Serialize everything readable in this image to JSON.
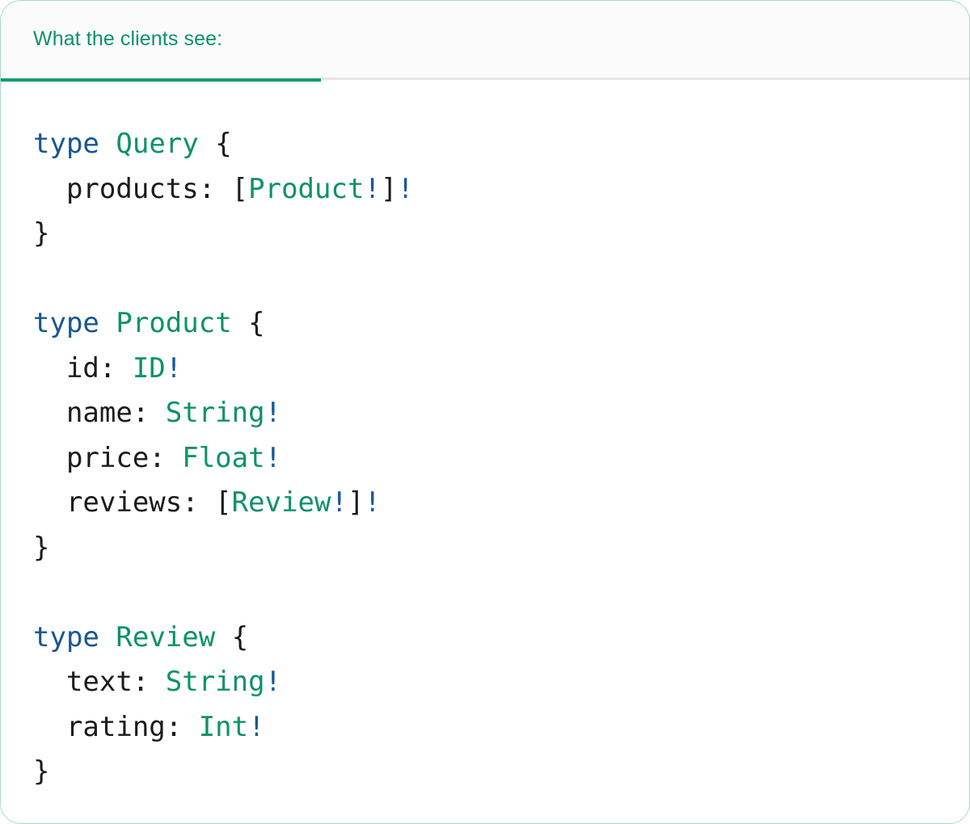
{
  "panel": {
    "accent_green": "#0a9b74",
    "border_color": "#a8d8c4",
    "header_bg": "#fbfbfb",
    "body_bg": "#ffffff"
  },
  "tabs": [
    {
      "label": "What the clients see:",
      "active": true
    }
  ],
  "syntax_colors": {
    "keyword": "#17578f",
    "type_name": "#0d9268",
    "field_name": "#1b1b1b",
    "punctuation": "#1b1b1b",
    "non_null_bang": "#17579f"
  },
  "code": {
    "language": "graphql",
    "raw": "type Query {\n  products: [Product!]!\n}\n\ntype Product {\n  id: ID!\n  name: String!\n  price: Float!\n  reviews: [Review!]!\n}\n\ntype Review {\n  text: String!\n  rating: Int!\n}",
    "lines": [
      {
        "id": "l1",
        "tokens": [
          {
            "t": "kw",
            "v": "type"
          },
          {
            "t": "field",
            "v": " "
          },
          {
            "t": "type",
            "v": "Query"
          },
          {
            "t": "field",
            "v": " "
          },
          {
            "t": "punct",
            "v": "{"
          }
        ]
      },
      {
        "id": "l2",
        "tokens": [
          {
            "t": "field",
            "v": "  products: "
          },
          {
            "t": "punct",
            "v": "["
          },
          {
            "t": "type",
            "v": "Product"
          },
          {
            "t": "bang",
            "v": "!"
          },
          {
            "t": "punct",
            "v": "]"
          },
          {
            "t": "bang",
            "v": "!"
          }
        ]
      },
      {
        "id": "l3",
        "tokens": [
          {
            "t": "punct",
            "v": "}"
          }
        ]
      },
      {
        "id": "l4",
        "tokens": [
          {
            "t": "field",
            "v": " "
          }
        ]
      },
      {
        "id": "l5",
        "tokens": [
          {
            "t": "kw",
            "v": "type"
          },
          {
            "t": "field",
            "v": " "
          },
          {
            "t": "type",
            "v": "Product"
          },
          {
            "t": "field",
            "v": " "
          },
          {
            "t": "punct",
            "v": "{"
          }
        ]
      },
      {
        "id": "l6",
        "tokens": [
          {
            "t": "field",
            "v": "  id: "
          },
          {
            "t": "type",
            "v": "ID"
          },
          {
            "t": "bang",
            "v": "!"
          }
        ]
      },
      {
        "id": "l7",
        "tokens": [
          {
            "t": "field",
            "v": "  name: "
          },
          {
            "t": "type",
            "v": "String"
          },
          {
            "t": "bang",
            "v": "!"
          }
        ]
      },
      {
        "id": "l8",
        "tokens": [
          {
            "t": "field",
            "v": "  price: "
          },
          {
            "t": "type",
            "v": "Float"
          },
          {
            "t": "bang",
            "v": "!"
          }
        ]
      },
      {
        "id": "l9",
        "tokens": [
          {
            "t": "field",
            "v": "  reviews: "
          },
          {
            "t": "punct",
            "v": "["
          },
          {
            "t": "type",
            "v": "Review"
          },
          {
            "t": "bang",
            "v": "!"
          },
          {
            "t": "punct",
            "v": "]"
          },
          {
            "t": "bang",
            "v": "!"
          }
        ]
      },
      {
        "id": "l10",
        "tokens": [
          {
            "t": "punct",
            "v": "}"
          }
        ]
      },
      {
        "id": "l11",
        "tokens": [
          {
            "t": "field",
            "v": " "
          }
        ]
      },
      {
        "id": "l12",
        "tokens": [
          {
            "t": "kw",
            "v": "type"
          },
          {
            "t": "field",
            "v": " "
          },
          {
            "t": "type",
            "v": "Review"
          },
          {
            "t": "field",
            "v": " "
          },
          {
            "t": "punct",
            "v": "{"
          }
        ]
      },
      {
        "id": "l13",
        "tokens": [
          {
            "t": "field",
            "v": "  text: "
          },
          {
            "t": "type",
            "v": "String"
          },
          {
            "t": "bang",
            "v": "!"
          }
        ]
      },
      {
        "id": "l14",
        "tokens": [
          {
            "t": "field",
            "v": "  rating: "
          },
          {
            "t": "type",
            "v": "Int"
          },
          {
            "t": "bang",
            "v": "!"
          }
        ]
      },
      {
        "id": "l15",
        "tokens": [
          {
            "t": "punct",
            "v": "}"
          }
        ]
      }
    ]
  }
}
